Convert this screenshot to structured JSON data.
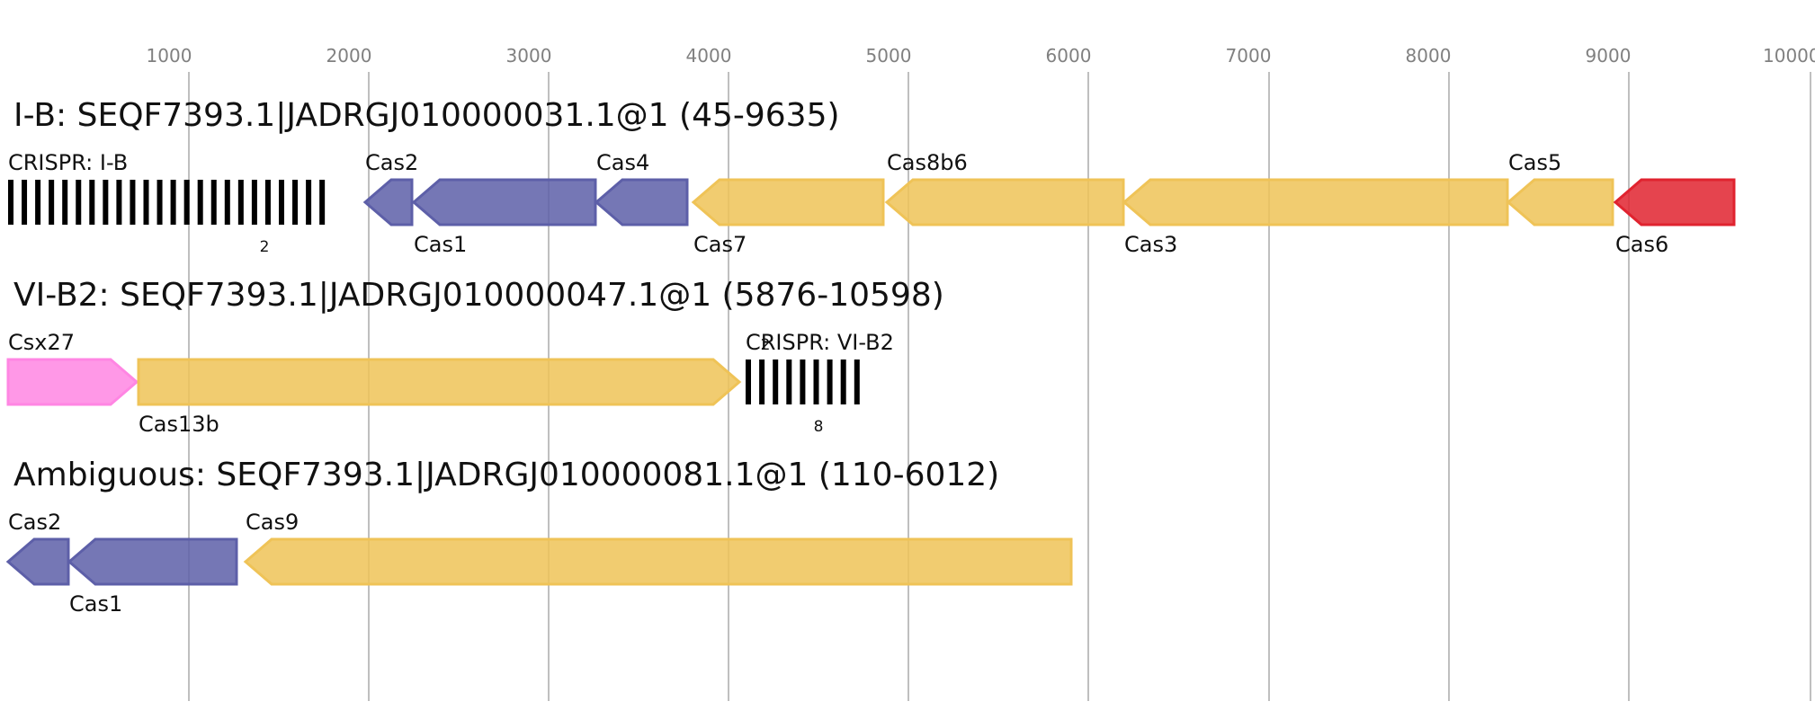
{
  "axis": {
    "ticks": [
      "1000",
      "2000",
      "3000",
      "4000",
      "5000",
      "6000",
      "7000",
      "8000",
      "9000",
      "10000"
    ]
  },
  "colors": {
    "blue": "#5D5FA8",
    "yellow": "#EFC357",
    "red": "#E0232F",
    "pink": "#FF86E3"
  },
  "tracks": [
    {
      "title": "I-B: SEQF7393.1|JADRGJ010000031.1@1 (45-9635)",
      "array": {
        "label": "CRISPR: I-B",
        "count": "2",
        "bar_count": 24
      },
      "genes": [
        {
          "name": "Cas2",
          "strand": "-",
          "color": "blue"
        },
        {
          "name": "Cas1",
          "strand": "-",
          "color": "blue"
        },
        {
          "name": "Cas4",
          "strand": "-",
          "color": "blue"
        },
        {
          "name": "Cas7",
          "strand": "-",
          "color": "yellow"
        },
        {
          "name": "Cas8b6",
          "strand": "-",
          "color": "yellow"
        },
        {
          "name": "Cas3",
          "strand": "-",
          "color": "yellow"
        },
        {
          "name": "Cas5",
          "strand": "-",
          "color": "yellow"
        },
        {
          "name": "Cas6",
          "strand": "-",
          "color": "red"
        }
      ]
    },
    {
      "title": "VI-B2: SEQF7393.1|JADRGJ010000047.1@1 (5876-10598)",
      "array": {
        "label": "CRISPR: VI-B2",
        "count": "8",
        "bar_count": 9,
        "small_count": "2"
      },
      "genes": [
        {
          "name": "Csx27",
          "strand": "+",
          "color": "pink"
        },
        {
          "name": "Cas13b",
          "strand": "+",
          "color": "yellow"
        }
      ]
    },
    {
      "title": "Ambiguous: SEQF7393.1|JADRGJ010000081.1@1 (110-6012)",
      "genes": [
        {
          "name": "Cas2",
          "strand": "-",
          "color": "blue"
        },
        {
          "name": "Cas1",
          "strand": "-",
          "color": "blue"
        },
        {
          "name": "Cas9",
          "strand": "-",
          "color": "yellow"
        }
      ]
    }
  ]
}
